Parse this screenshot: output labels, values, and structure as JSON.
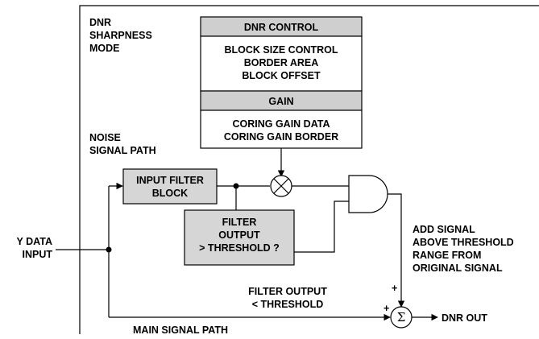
{
  "labels": {
    "mode_line1": "DNR",
    "mode_line2": "SHARPNESS",
    "mode_line3": "MODE",
    "noise_line1": "NOISE",
    "noise_line2": "SIGNAL PATH",
    "ydata_line1": "Y DATA",
    "ydata_line2": "INPUT",
    "add_line1": "ADD SIGNAL",
    "add_line2": "ABOVE THRESHOLD",
    "add_line3": "RANGE FROM",
    "add_line4": "ORIGINAL SIGNAL",
    "below_line1": "FILTER OUTPUT",
    "below_line2": "< THRESHOLD",
    "main_path": "MAIN SIGNAL PATH",
    "dnr_out": "DNR OUT",
    "plus_top": "+",
    "plus_left": "+",
    "sigma": "Σ"
  },
  "control_panel": {
    "header": "DNR CONTROL",
    "body_line1": "BLOCK SIZE CONTROL",
    "body_line2": "BORDER AREA",
    "body_line3": "BLOCK OFFSET",
    "gain_header": "GAIN",
    "gain_line1": "CORING GAIN DATA",
    "gain_line2": "CORING GAIN BORDER"
  },
  "input_filter": {
    "line1": "INPUT FILTER",
    "line2": "BLOCK"
  },
  "threshold_box": {
    "line1": "FILTER",
    "line2": "OUTPUT",
    "line3": "> THRESHOLD ?"
  },
  "colors": {
    "header_fill": "#cfcfcf",
    "block_fill": "#d6d6d6",
    "line": "#000000"
  }
}
